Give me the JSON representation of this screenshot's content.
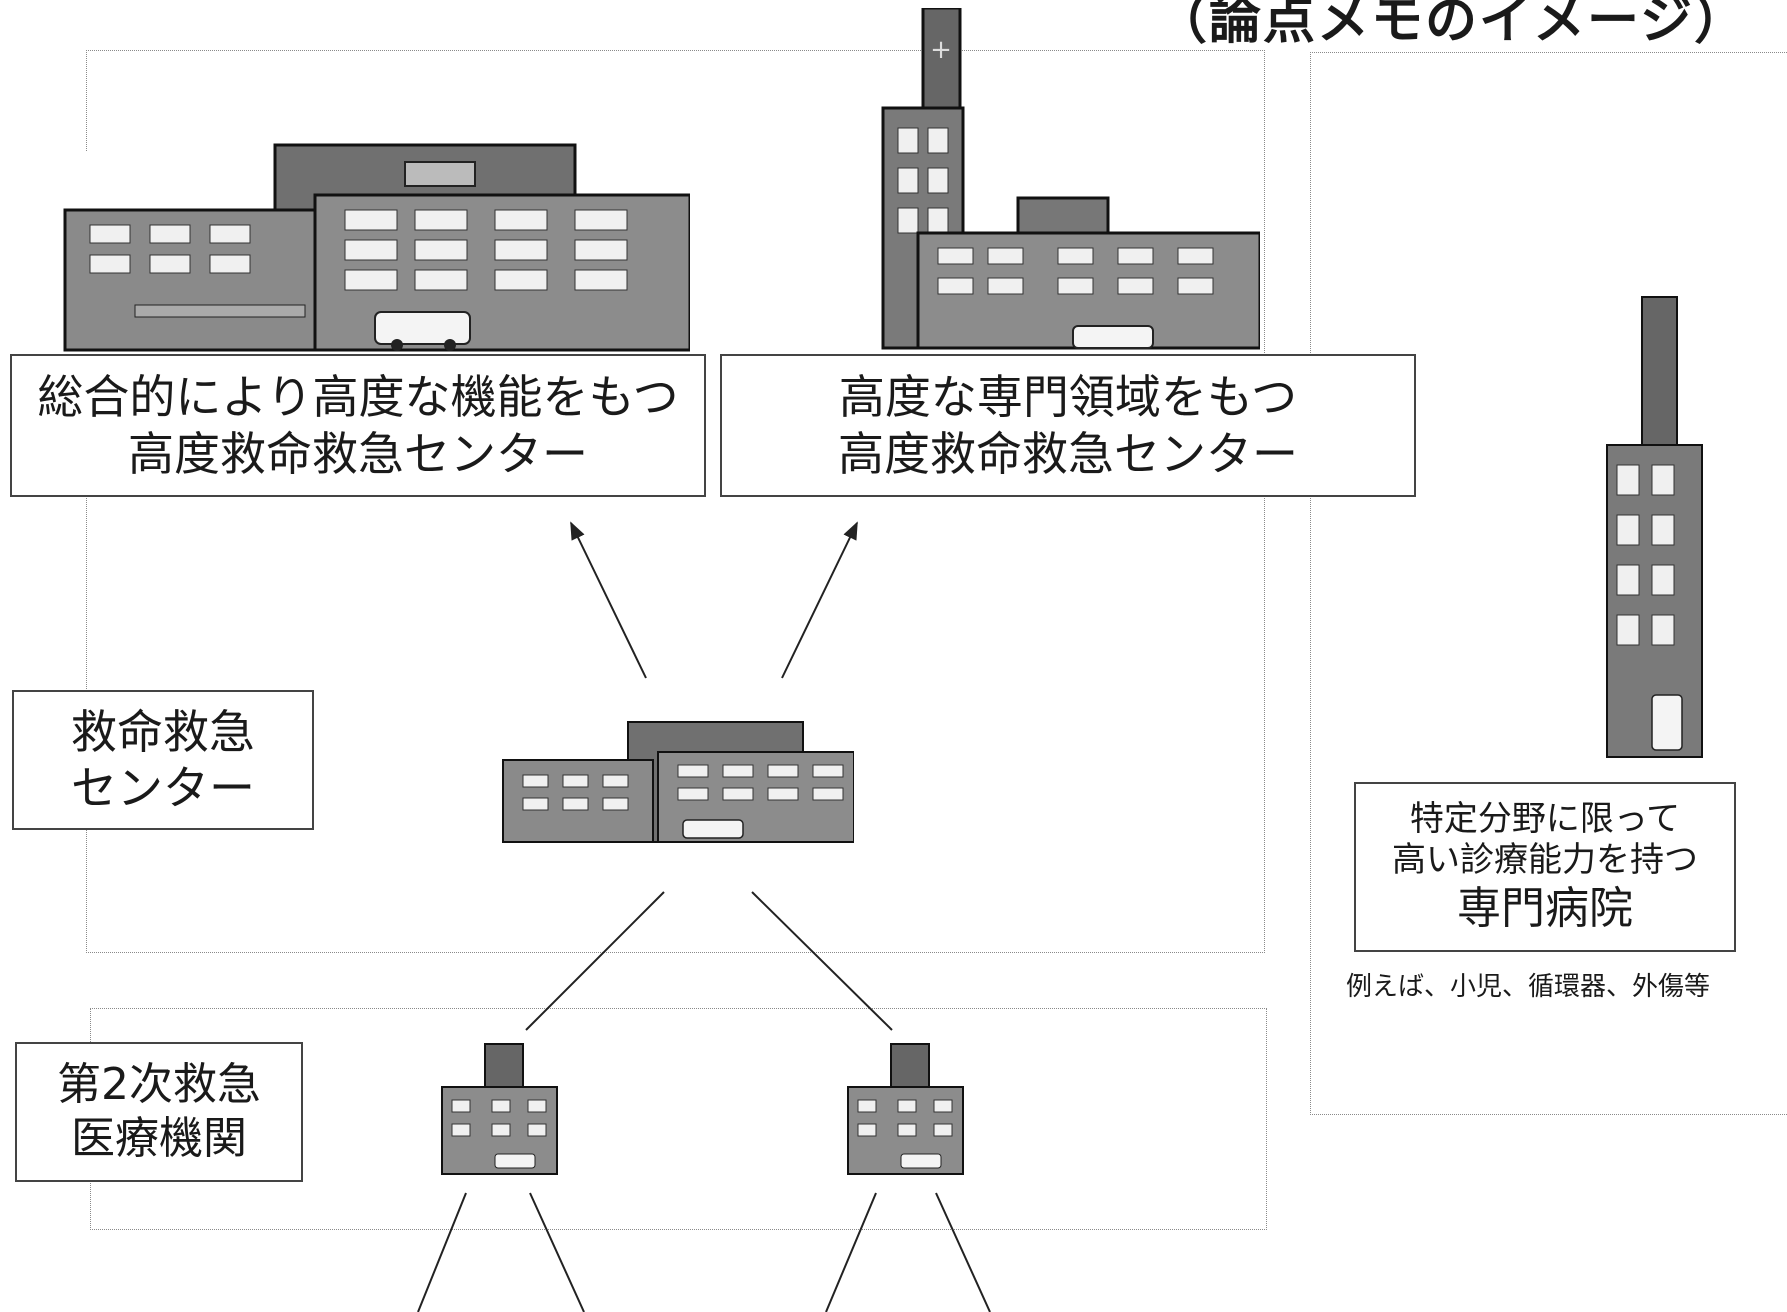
{
  "title": "（論点メモのイメージ）",
  "labels": {
    "general_center": [
      "総合的により高度な機能をもつ",
      "高度救命救急センター"
    ],
    "specialty_center": [
      "高度な専門領域をもつ",
      "高度救命救急センター"
    ],
    "emergency_center": [
      "救命救急",
      "センター"
    ],
    "secondary": [
      "第2次救急",
      "医療機関"
    ],
    "specialty_hospital": [
      "特定分野に限って",
      "高い診療能力を持つ",
      "専門病院"
    ]
  },
  "specialty_note": "例えば、小児、循環器、外傷等",
  "icons": {
    "large_hospital": "large-hospital-building-icon",
    "tower_hospital": "tower-hospital-building-icon",
    "medium_hospital": "hospital-building-icon",
    "small_hospital": "small-hospital-building-icon",
    "ambulance": "ambulance-icon"
  }
}
